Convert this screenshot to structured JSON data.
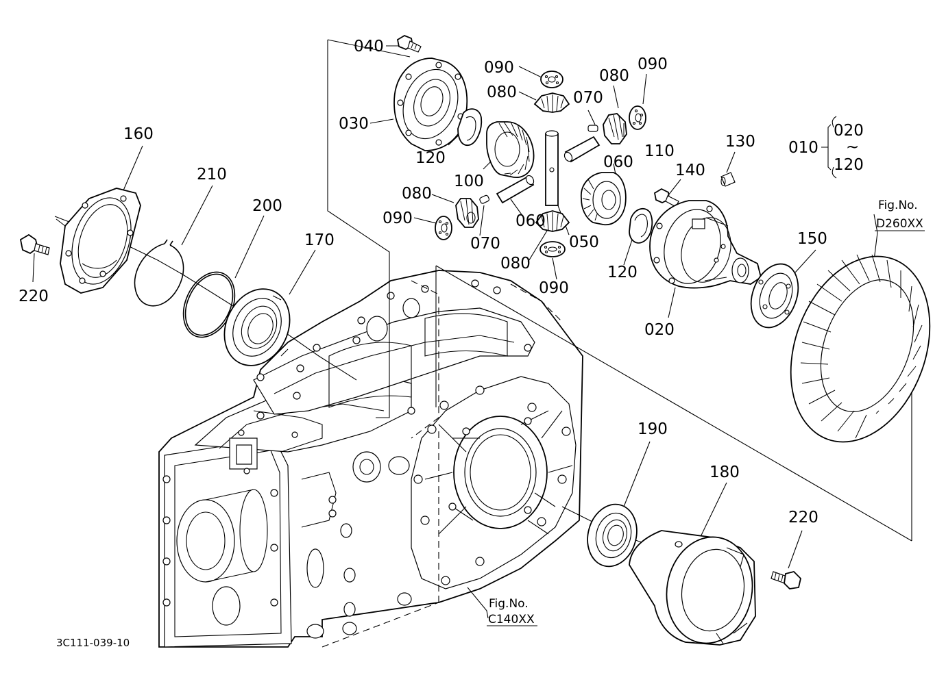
{
  "parts": {
    "p040": "040",
    "p030": "030",
    "p120a": "120",
    "p100": "100",
    "p090a": "090",
    "p080a": "080",
    "p070a": "070",
    "p080b": "080",
    "p090b": "090",
    "p060a": "060",
    "p110": "110",
    "p130": "130",
    "p140": "140",
    "p080c": "080",
    "p090c": "090",
    "p060b": "060",
    "p070b": "070",
    "p050": "050",
    "p080d": "080",
    "p090d": "090",
    "p120b": "120",
    "p020": "020",
    "p150": "150",
    "p160": "160",
    "p210": "210",
    "p200": "200",
    "p170": "170",
    "p220a": "220",
    "p190": "190",
    "p180": "180",
    "p220b": "220"
  },
  "assembly": {
    "parent": "010",
    "from": "020",
    "tilde": "~",
    "to": "120"
  },
  "references": {
    "ring_gear": {
      "caption": "Fig.No.",
      "code": "D260XX"
    },
    "case": {
      "caption": "Fig.No.",
      "code": "C140XX"
    }
  },
  "drawing_code": "3C111-039-10"
}
